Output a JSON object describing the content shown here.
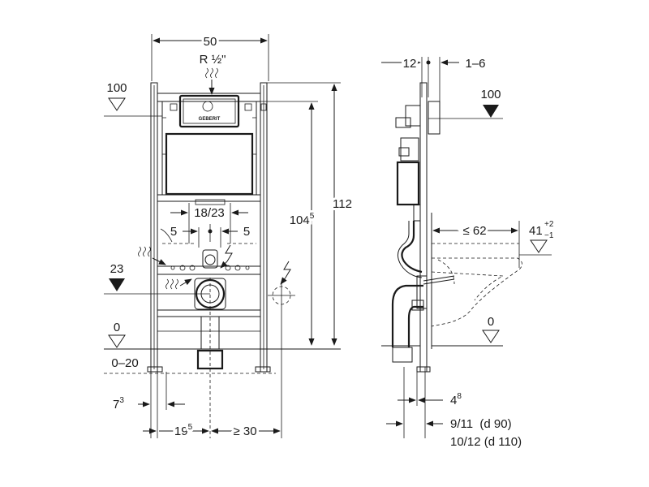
{
  "diagram": {
    "front": {
      "width_total": "50",
      "connection": "R ½\"",
      "level_top": "100",
      "level_mid": "23",
      "level_floor": "0",
      "floor_range": "0–20",
      "center_spacing": "18/23",
      "offset_left": "5",
      "offset_right": "5",
      "height_total": "112",
      "height_inner_base": "104",
      "height_inner_sup": "5",
      "dim_bottom_left_base": "7",
      "dim_bottom_left_sup": "3",
      "dim_bottom_mid_base": "19",
      "dim_bottom_mid_sup": "5",
      "dim_bottom_right": "≥ 30"
    },
    "side": {
      "depth_a": "12",
      "depth_b": "1–6",
      "level_top": "100",
      "pan_clearance": "≤ 62",
      "pan_height_base": "41",
      "pan_height_sup": "+2",
      "pan_height_sub": "−1",
      "level_floor": "0",
      "dim_bottom_base": "4",
      "dim_bottom_sup": "8",
      "pipe_90": "9/11  (d 90)",
      "pipe_110": "10/12 (d 110)"
    },
    "brand": "GEBERIT"
  }
}
